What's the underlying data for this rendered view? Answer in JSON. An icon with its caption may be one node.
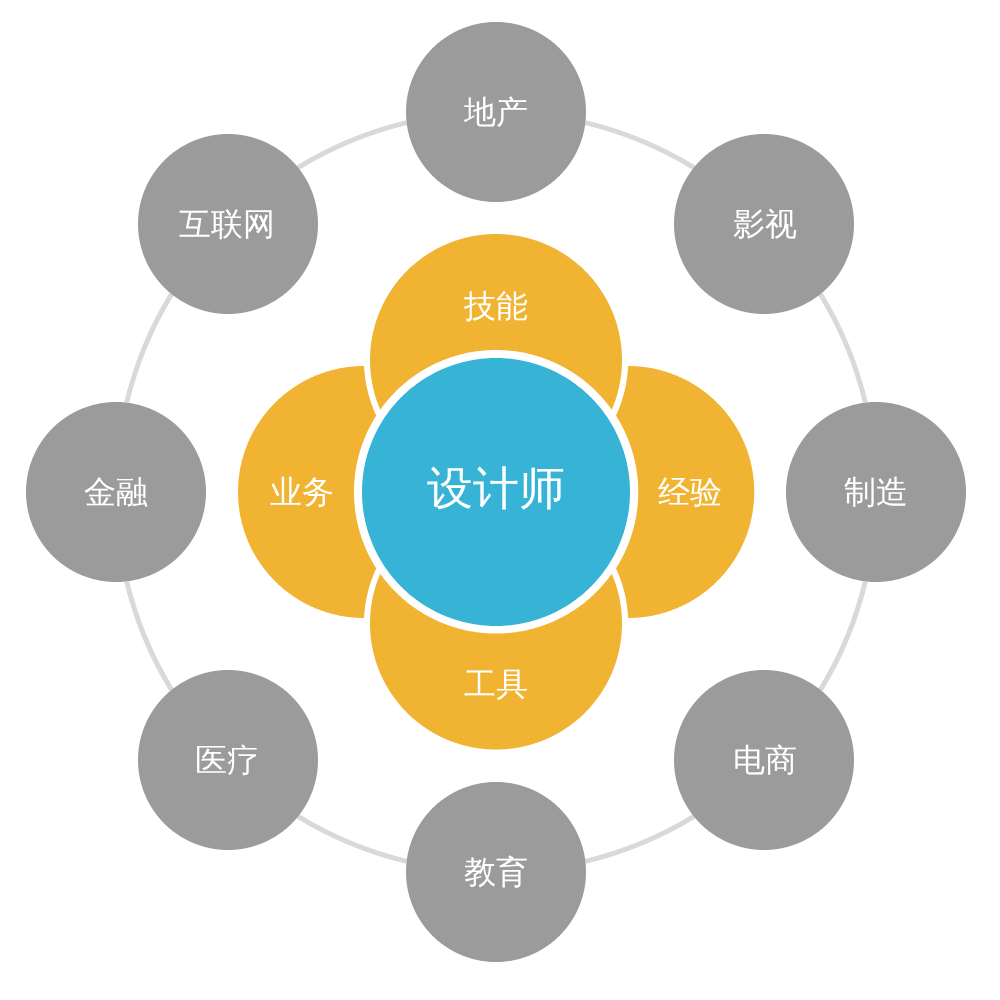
{
  "diagram": {
    "nodes": [
      {
        "text": [
          "地产"
        ]
      },
      {
        "text": [
          "互联网"
        ]
      },
      {
        "text": [
          "影视"
        ]
      },
      {
        "text": [
          "技能"
        ]
      },
      {
        "text": [
          "业务"
        ]
      },
      {
        "text": [
          "设计师"
        ]
      },
      {
        "text": [
          "经验"
        ]
      },
      {
        "text": [
          "金融"
        ]
      },
      {
        "text": [
          "制造"
        ]
      },
      {
        "text": [
          "工具"
        ]
      },
      {
        "text": [
          "医疗"
        ]
      },
      {
        "text": [
          "电商"
        ]
      },
      {
        "text": [
          "教育"
        ]
      }
    ],
    "edges": [
      {
        "from": 0,
        "to": 2,
        "arrow": "none"
      },
      {
        "from": 2,
        "to": 8,
        "arrow": "none"
      },
      {
        "from": 8,
        "to": 11,
        "arrow": "none"
      },
      {
        "from": 11,
        "to": 12,
        "arrow": "none"
      },
      {
        "from": 12,
        "to": 10,
        "arrow": "none"
      },
      {
        "from": 10,
        "to": 7,
        "arrow": "none"
      },
      {
        "from": 7,
        "to": 1,
        "arrow": "none"
      },
      {
        "from": 1,
        "to": 0,
        "arrow": "none"
      }
    ]
  }
}
